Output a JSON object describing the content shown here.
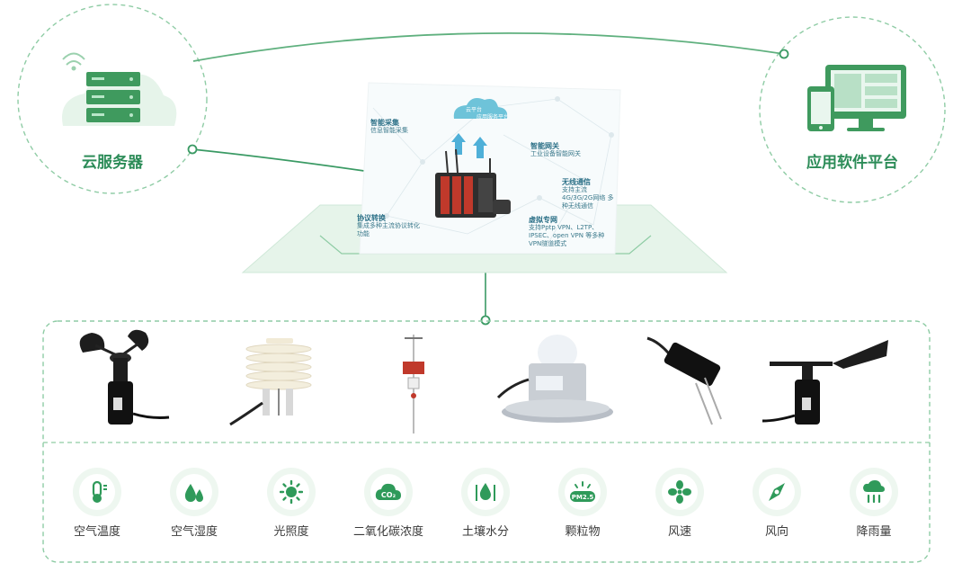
{
  "colors": {
    "green": "#2c8c58",
    "dash": "#8fcca5",
    "light": "#e6f4ea"
  },
  "nodes": {
    "cloud_server": {
      "label": "云服务器",
      "icon": "server-cloud-icon"
    },
    "app_platform": {
      "label": "应用软件平台",
      "icon": "monitor-phone-icon"
    }
  },
  "gateway": {
    "cloud_text": "云平台",
    "cloud_sub": "应用服务平台",
    "features": [
      {
        "title": "智能采集",
        "desc": "信息智能采集"
      },
      {
        "title": "智能网关",
        "desc": "工业设备智能网关"
      },
      {
        "title": "无线通信",
        "desc": "支持主流4G/3G/2G网络 多种无线通信"
      },
      {
        "title": "协议转换",
        "desc": "集成多种主流协议转化功能"
      },
      {
        "title": "虚拟专网",
        "desc": "支持Pptp VPN、L2TP、IPSEC、open VPN 等多种VPN隧道模式"
      }
    ]
  },
  "sensors": [
    {
      "name": "anemometer-cup"
    },
    {
      "name": "louver-box"
    },
    {
      "name": "weather-pole"
    },
    {
      "name": "radiation-sensor"
    },
    {
      "name": "soil-probe"
    },
    {
      "name": "wind-vane"
    }
  ],
  "parameters": [
    {
      "label": "空气温度",
      "icon": "thermometer-icon"
    },
    {
      "label": "空气湿度",
      "icon": "humidity-drops-icon"
    },
    {
      "label": "光照度",
      "icon": "sun-icon"
    },
    {
      "label": "二氧化碳浓度",
      "icon": "co2-cloud-icon",
      "icon_text": "CO₂"
    },
    {
      "label": "土壤水分",
      "icon": "soil-moisture-icon"
    },
    {
      "label": "颗粒物",
      "icon": "pm25-icon",
      "icon_text": "PM2.5"
    },
    {
      "label": "风速",
      "icon": "fan-icon"
    },
    {
      "label": "风向",
      "icon": "compass-icon"
    },
    {
      "label": "降雨量",
      "icon": "rain-icon"
    }
  ]
}
